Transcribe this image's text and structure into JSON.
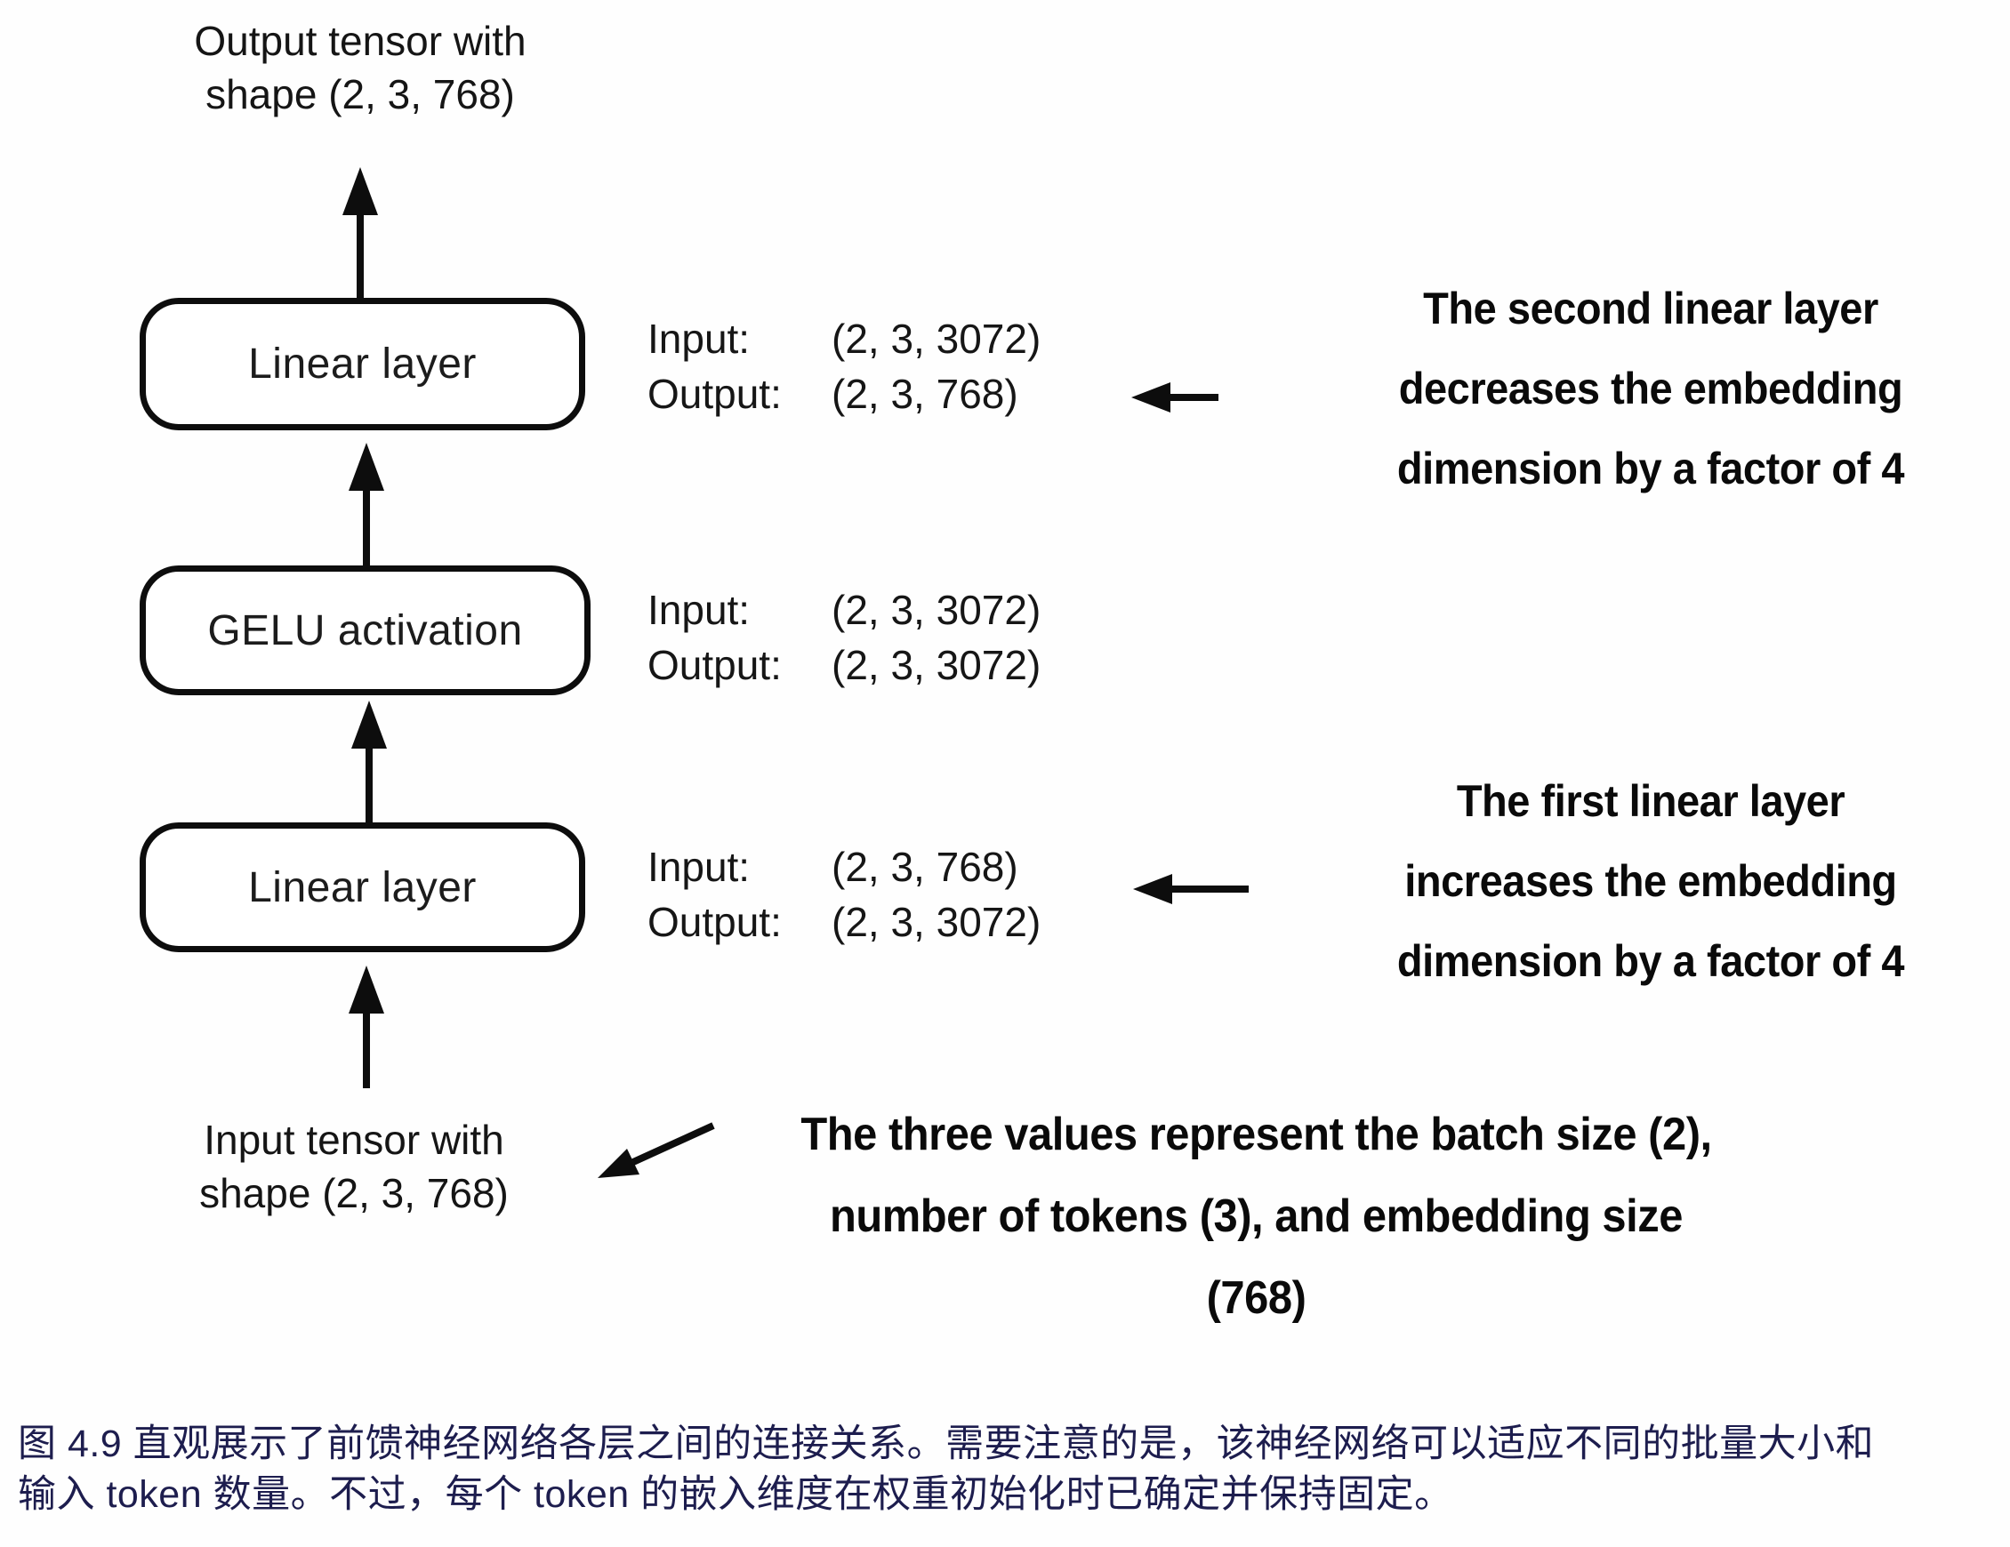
{
  "flow": {
    "output_tensor": "Output tensor with\nshape (2, 3, 768)",
    "input_tensor": "Input tensor with\nshape (2, 3, 768)",
    "boxes": [
      {
        "label": "Linear layer",
        "input_label": "Input:",
        "input_value": "(2, 3, 3072)",
        "output_label": "Output:",
        "output_value": "(2, 3, 768)"
      },
      {
        "label": "GELU activation",
        "input_label": "Input:",
        "input_value": "(2, 3, 3072)",
        "output_label": "Output:",
        "output_value": "(2, 3, 3072)"
      },
      {
        "label": "Linear layer",
        "input_label": "Input:",
        "input_value": "(2, 3, 768)",
        "output_label": "Output:",
        "output_value": "(2, 3, 3072)"
      }
    ]
  },
  "annotations": {
    "second_linear": "The second linear layer\ndecreases the embedding\ndimension by a factor of 4",
    "first_linear": "The first linear layer\nincreases the embedding\ndimension by a factor of 4",
    "batch_values": "The three values represent the batch size (2),\nnumber of tokens (3), and embedding size\n(768)"
  },
  "caption": {
    "text": "图 4.9 直观展示了前馈神经网络各层之间的连接关系。需要注意的是，该神经网络可以适应不同的批量大小和\n输入 token 数量。不过，每个 token 的嵌入维度在权重初始化时已确定并保持固定。"
  },
  "colors": {
    "diagram_ink": "#0d0d0d",
    "caption_text": "#1d1d4e",
    "background": "#fefefe"
  }
}
